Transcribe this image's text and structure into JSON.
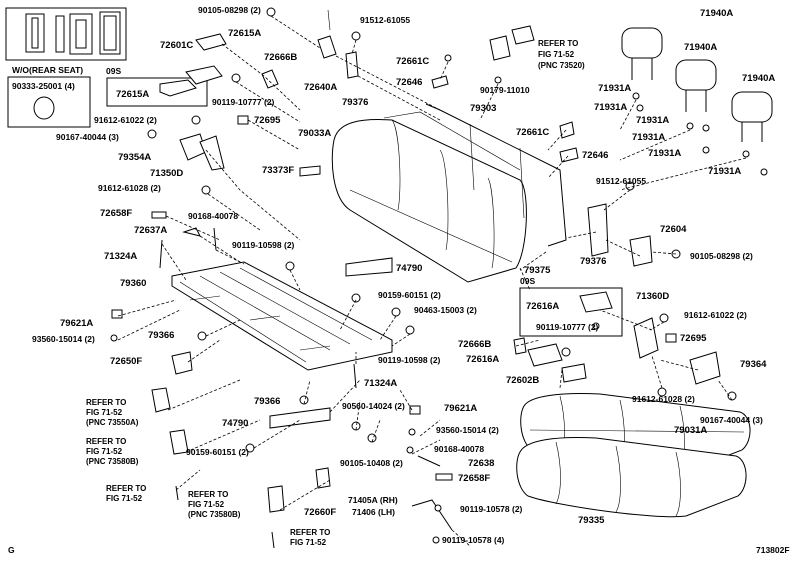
{
  "diagram": {
    "figure_code": "713802F",
    "corner_mark": "G",
    "box_top_left": {
      "variant": "W/O(REAR SEAT)",
      "code": "09S",
      "part": "90333-25001 (4)"
    },
    "box_right": {
      "code": "09S",
      "parts": [
        "72616A",
        "90119-10777 (2)"
      ]
    },
    "refs": [
      "REFER TO FIG 71-52 (PNC 73520)",
      "REFER TO FIG 71-52 (PNC 73550A)",
      "REFER TO FIG 71-52 (PNC 73580B)",
      "REFER TO FIG 71-52",
      "REFER TO FIG 71-52 (PNC 73580B)",
      "REFER TO FIG 71-52"
    ],
    "labels": {
      "l01": "90105-08298 (2)",
      "l02": "91512-61055",
      "l03": "71940A",
      "l04": "72601C",
      "l05": "72615A",
      "l06": "72661C",
      "l07": "72666B",
      "l08": "72646",
      "l09": "90179-11010",
      "l10": "71940A",
      "l11": "72615A",
      "l12": "72640A",
      "l13": "79376",
      "l14": "79303",
      "l15": "71931A",
      "l16": "71940A",
      "l17": "90119-10777 (2)",
      "l18": "71931A",
      "l19": "91612-61022 (2)",
      "l20": "72695",
      "l21": "79033A",
      "l22": "72661C",
      "l23": "71931A",
      "l24": "90167-40044 (3)",
      "l25": "72646",
      "l26": "71931A",
      "l27": "79354A",
      "l28": "71931A",
      "l29": "71350D",
      "l30": "73373F",
      "l31": "71931A",
      "l32": "91612-61028 (2)",
      "l33": "91512-61055",
      "l34": "72658F",
      "l35": "90168-40078",
      "l36": "72637A",
      "l37": "72604",
      "l38": "90119-10598 (2)",
      "l39": "71324A",
      "l40": "90105-08298 (2)",
      "l41": "79376",
      "l42": "74790",
      "l43": "79375",
      "l44": "79360",
      "l45": "71360D",
      "l46": "90159-60151 (2)",
      "l47": "91612-61022 (2)",
      "l48": "90463-15003 (2)",
      "l49": "79621A",
      "l50": "72695",
      "l51": "79366",
      "l52": "72666B",
      "l53": "93560-15014 (2)",
      "l54": "72616A",
      "l55": "79364",
      "l56": "72650F",
      "l57": "90119-10598 (2)",
      "l58": "72602B",
      "l59": "71324A",
      "l60": "91612-61028 (2)",
      "l61": "90167-40044 (3)",
      "l62": "79366",
      "l63": "90560-14024 (2)",
      "l64": "79621A",
      "l65": "79031A",
      "l66": "74790",
      "l67": "93560-15014 (2)",
      "l68": "90168-40078",
      "l69": "90159-60151 (2)",
      "l70": "90105-10408 (2)",
      "l71": "72638",
      "l72": "72658F",
      "l73": "71405A (RH)",
      "l74": "71406 (LH)",
      "l75": "90119-10578 (2)",
      "l76": "79335",
      "l77": "72660F",
      "l78": "90119-10578 (4)"
    }
  }
}
